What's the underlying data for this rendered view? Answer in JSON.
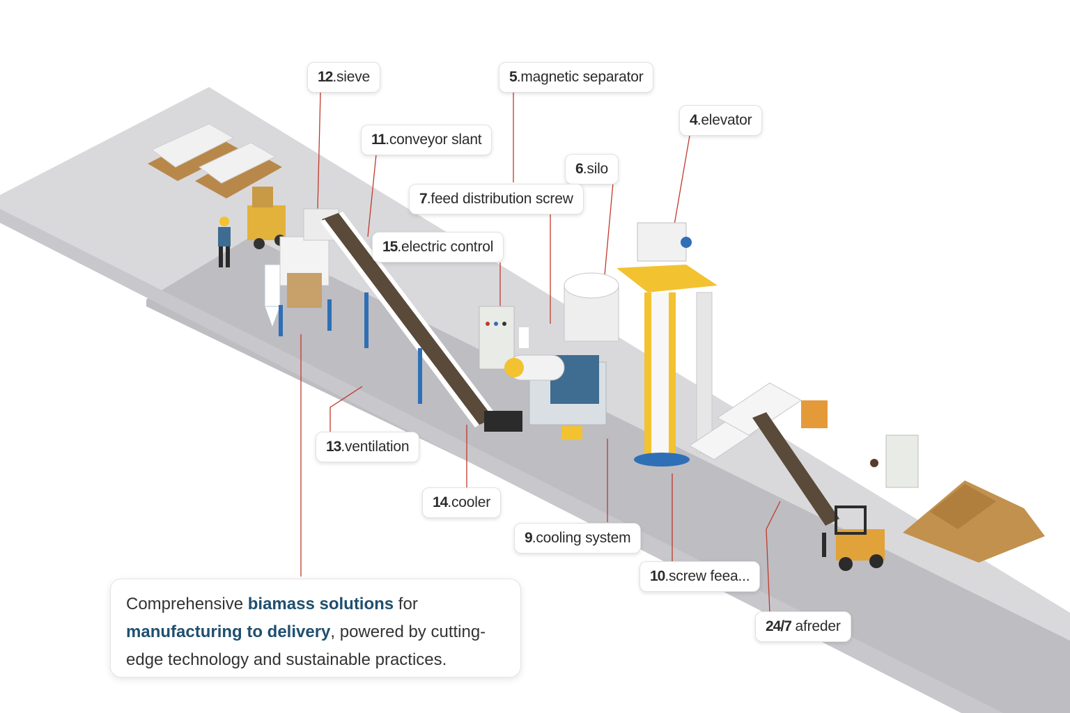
{
  "colors": {
    "floor": "#a9a9ad",
    "floor_shadow": "#8f8f94",
    "leader_line": "#c0392b",
    "accent_yellow": "#f2c230",
    "steel_blue": "#2f6fb5",
    "highlight_text": "#1f4f6e"
  },
  "callouts": [
    {
      "id": "sieve",
      "num": "12",
      "text": ".sieve"
    },
    {
      "id": "magnetic-separator",
      "num": "5",
      "text": ".magnetic separator"
    },
    {
      "id": "elevator",
      "num": "4",
      "text": ".elevator"
    },
    {
      "id": "conveyor-slant",
      "num": "11",
      "text": ".conveyor slant"
    },
    {
      "id": "silo",
      "num": "6",
      "text": ".silo"
    },
    {
      "id": "feed-distribution-screw",
      "num": "7",
      "text": ".feed distribution screw"
    },
    {
      "id": "electric-control",
      "num": "15",
      "text": ".electric control"
    },
    {
      "id": "ventilation",
      "num": "13",
      "text": ".ventilation"
    },
    {
      "id": "cooler",
      "num": "14",
      "text": ".cooler"
    },
    {
      "id": "cooling-system",
      "num": "9",
      "text": ".cooling system"
    },
    {
      "id": "screw-feeder",
      "num": "10",
      "text": ".screw feea..."
    },
    {
      "id": "afreder",
      "num": "24/7",
      "text": " afreder"
    }
  ],
  "tagline": {
    "part1": "Comprehensive ",
    "highlight1": "biamass solutions",
    "part2": " for ",
    "highlight2": "manufacturing to delivery",
    "part3": ", powered by cutting-edge technology and sustainable practices."
  }
}
